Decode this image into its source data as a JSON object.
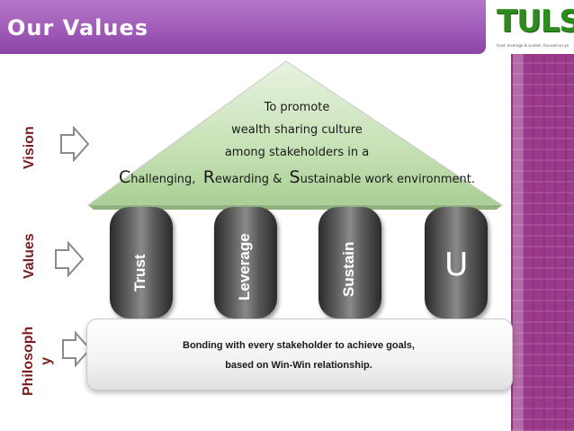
{
  "header": {
    "title": "Our Values"
  },
  "logo": {
    "text": "TULS",
    "tagline": "trust, leverage & sustain, focused on you"
  },
  "rows": {
    "vision_label": "Vision",
    "values_label": "Values",
    "philosophy_label": "Philosoph\ny"
  },
  "vision": {
    "line1": "To promote",
    "line2": "wealth sharing culture",
    "line3": "among stakeholders in a",
    "main": {
      "c_initial": "C",
      "c_rest": "hallenging,",
      "r_initial": "R",
      "r_rest": "ewarding &",
      "s_initial": "S",
      "s_rest": "ustainable  work environment."
    }
  },
  "pillars": {
    "trust": "Trust",
    "leverage": "Leverage",
    "sustain": "Sustain",
    "u": "U"
  },
  "philosophy": {
    "line1": "Bonding with every stakeholder to achieve goals,",
    "line2": "based on Win-Win relationship."
  },
  "colors": {
    "header": "#a05bb8",
    "strip": "#9b3a8b",
    "label": "#7a1d1d",
    "roof": "#b7d9a6",
    "pillar": "#5a5a5a"
  },
  "icons": {
    "row_arrow": "right-outline-arrow-icon"
  }
}
